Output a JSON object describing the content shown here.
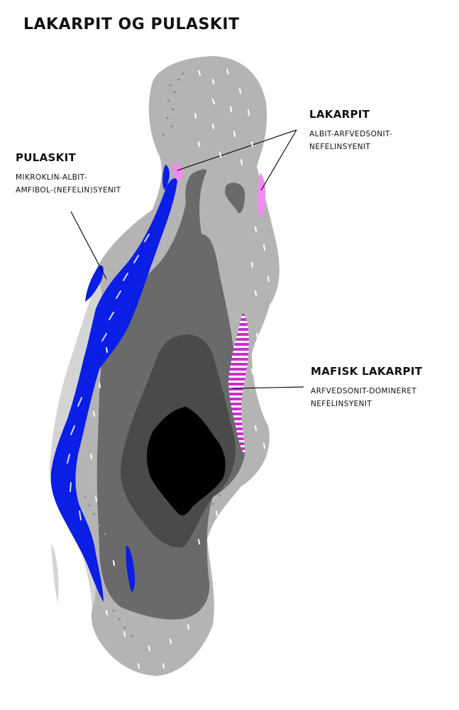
{
  "title": "LAKARPIT OG PULASKIT",
  "legend": {
    "pulaskit": {
      "name": "PULASKIT",
      "description_lines": [
        "MIKROKLIN-ALBIT-",
        "AMFIBOL-(NEFELIN)SYENIT"
      ],
      "color": "#0a1ee6"
    },
    "lakarpit": {
      "name": "LAKARPIT",
      "description_lines": [
        "ALBIT-ARFVEDSONIT-",
        "NEFELINSYENIT"
      ],
      "color": "#f08cf0"
    },
    "mafisk_lakarpit": {
      "name": "MAFISK LAKARPIT",
      "description_lines": [
        "ARFVEDSONIT-DOMINERET",
        "NEFELINSYENIT"
      ],
      "color": "#c832c8"
    }
  },
  "zone_colors": {
    "outer_halo": "#d4d4d4",
    "outer_zone": "#b4b4b4",
    "intermediate_zone": "#6a6a6a",
    "inner_zone": "#4a4a4a",
    "core": "#000000"
  }
}
